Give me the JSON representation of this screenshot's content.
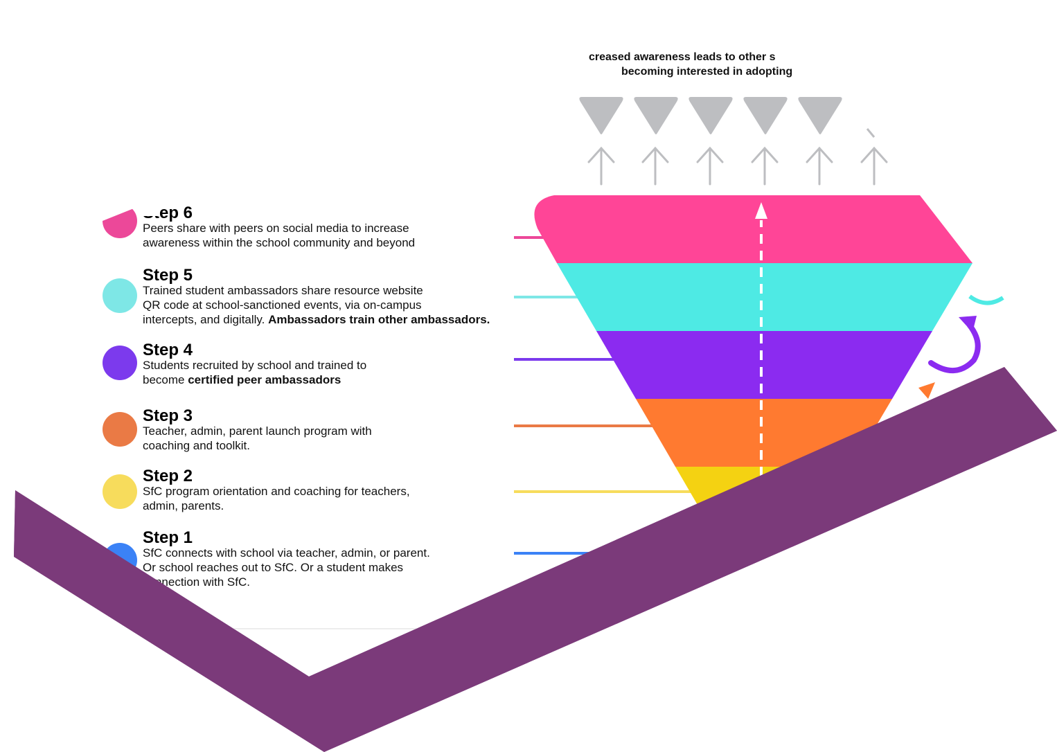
{
  "header": {
    "line1": "creased awareness leads to other s",
    "line2": "becoming interested in adopting"
  },
  "steps": [
    {
      "title": "Step 6",
      "line1": "Peers share with peers on social media to increase",
      "line2": "awareness within the school community and beyond",
      "line3": "",
      "bold": "",
      "color": "#EC4899"
    },
    {
      "title": "Step 5",
      "line1": "Trained student ambassadors share resource website",
      "line2": "QR code at school-sanctioned events, via on-campus",
      "line3": "intercepts, and digitally. ",
      "bold": "Ambassadors train other ambassadors.",
      "color": "#7EE7E6"
    },
    {
      "title": "Step 4",
      "line1": "Students recruited by school and trained to",
      "line2": "become ",
      "line3": "",
      "bold": "certified peer ambassadors",
      "color": "#7C3AED"
    },
    {
      "title": "Step 3",
      "line1": "Teacher, admin, parent launch program with",
      "line2": "coaching and toolkit.",
      "line3": "",
      "bold": "",
      "color": "#EA7A45"
    },
    {
      "title": "Step 2",
      "line1": "SfC program orientation and coaching for teachers,",
      "line2": "admin, parents.",
      "line3": "",
      "bold": "",
      "color": "#F7DC5C"
    },
    {
      "title": "Step 1",
      "line1": "SfC connects with school via teacher, admin, or parent.",
      "line2": "Or school reaches out to SfC. Or a student makes",
      "line3": "connection with SfC.",
      "bold": "",
      "color": "#3B82F6"
    }
  ],
  "funnel_colors": {
    "band6": "#FF4597",
    "band5": "#4EEAE4",
    "band4": "#8B2BF0",
    "band3": "#FF7A30",
    "band2": "#F4D212",
    "arrows_gray": "#BDBEC1",
    "overlay_purple": "#7B3A7A"
  },
  "icons": [
    "triangle-down-icon",
    "arrow-up-icon",
    "dashed-arrow-up-icon",
    "cycle-arrow-icon"
  ]
}
